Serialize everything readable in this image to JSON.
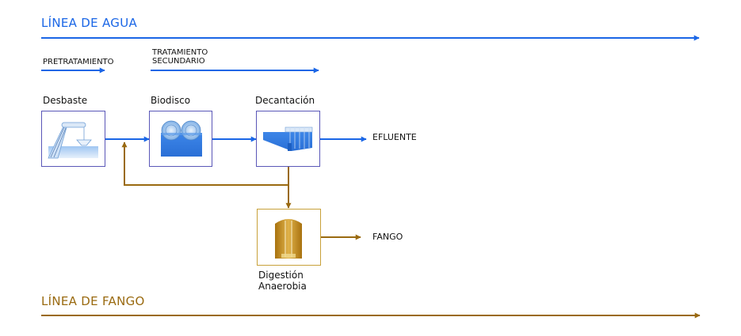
{
  "water_line": {
    "title": "LÍNEA DE AGUA",
    "color": "#1a66e6"
  },
  "sludge_line": {
    "title": "LÍNEA DE FANGO",
    "color": "#9a6a10"
  },
  "stages": {
    "pretreatment": "PRETRATAMIENTO",
    "secondary_line1": "TRATAMIENTO",
    "secondary_line2": "SECUNDARIO"
  },
  "processes": {
    "screening": "Desbaste",
    "biodisc": "Biodisco",
    "settling": "Decantación",
    "digestion_line1": "Digestión",
    "digestion_line2": "Anaerobia"
  },
  "outputs": {
    "effluent": "EFLUENTE",
    "sludge": "FANGO"
  },
  "icons": {
    "screening": "screening-grid-icon",
    "biodisc": "rotating-biodisc-icon",
    "settling": "clarifier-tank-icon",
    "digestion": "anaerobic-digester-icon"
  }
}
